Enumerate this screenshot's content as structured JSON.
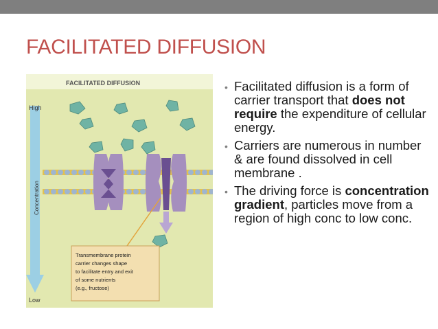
{
  "slide": {
    "title": "FACILITATED DIFFUSION"
  },
  "figure": {
    "heading": "FACILITATED DIFFUSION",
    "high_label": "High",
    "low_label": "Low",
    "axis_label": "Concentration",
    "caption_lines": [
      "Transmembrane protein",
      "carrier changes shape",
      "to facilitate entry and exit",
      "of some nutrients",
      "(e.g., fructose)"
    ]
  },
  "bullets": [
    {
      "marker": "•",
      "pre": "Facilitated diffusion is a form of carrier transport that ",
      "bold": "does not require",
      "post": " the expenditure of cellular energy."
    },
    {
      "marker": "•",
      "pre": "Carriers are numerous in number & are found dissolved in cell membrane .",
      "bold": "",
      "post": ""
    },
    {
      "marker": "•",
      "pre": "The driving force is ",
      "bold": "concentration gradient",
      "post": ", particles move from a region of high conc to low conc."
    }
  ],
  "colors": {
    "title": "#c0504d",
    "top_bar": "#7f7f7f",
    "figure_bg": "#e2e8b0",
    "molecule": "#6fb3a4",
    "protein": "#a58fbe",
    "arrow": "#9ccfe4",
    "caption_bg": "#f3dfb0"
  }
}
